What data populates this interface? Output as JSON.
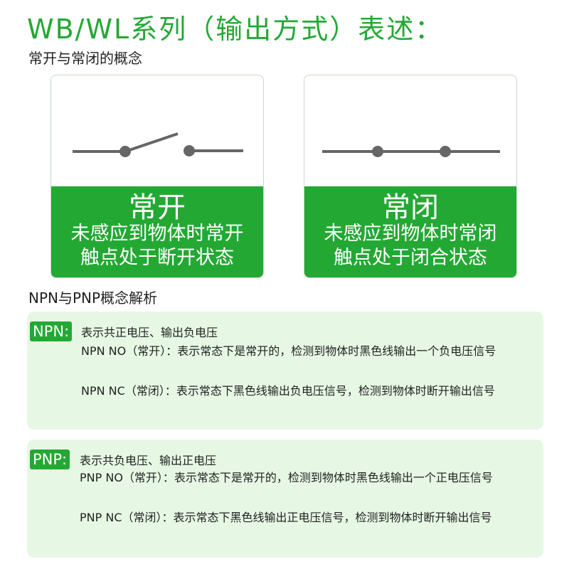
{
  "title": "WB/WL系列（输出方式）表述：",
  "subtitle": "常开与常闭的概念",
  "cards": [
    {
      "label": "常开",
      "line1": "未感应到物体时常开",
      "line2": "触点处于断开状态"
    },
    {
      "label": "常闭",
      "line1": "未感应到物体时常闭",
      "line2": "触点处于闭合状态"
    }
  ],
  "npn_pnp_title": "NPN与PNP概念解析",
  "npn": {
    "tag": "NPN:",
    "heading": "表示共正电压、输出负电压",
    "no": "NPN NO（常开）：表示常态下是常开的，检测到物体时黑色线输出一个负电压信号",
    "nc": "NPN NC（常闭）：表示常态下黑色线输出负电压信号，检测到物体时断开输出信号"
  },
  "pnp": {
    "tag": "PNP:",
    "heading": "表示共负电压、输出正电压",
    "no": "PNP NO（常开）：表示常态下是常开的，检测到物体时黑色线输出一个正电压信号",
    "nc": "PNP NC（常闭）：表示常态下黑色线输出正电压信号，检测到物体时断开输出信号"
  },
  "colors": {
    "accent": "#24a834",
    "panel_bg": "#e6f8e4",
    "switch_line": "#666666"
  }
}
